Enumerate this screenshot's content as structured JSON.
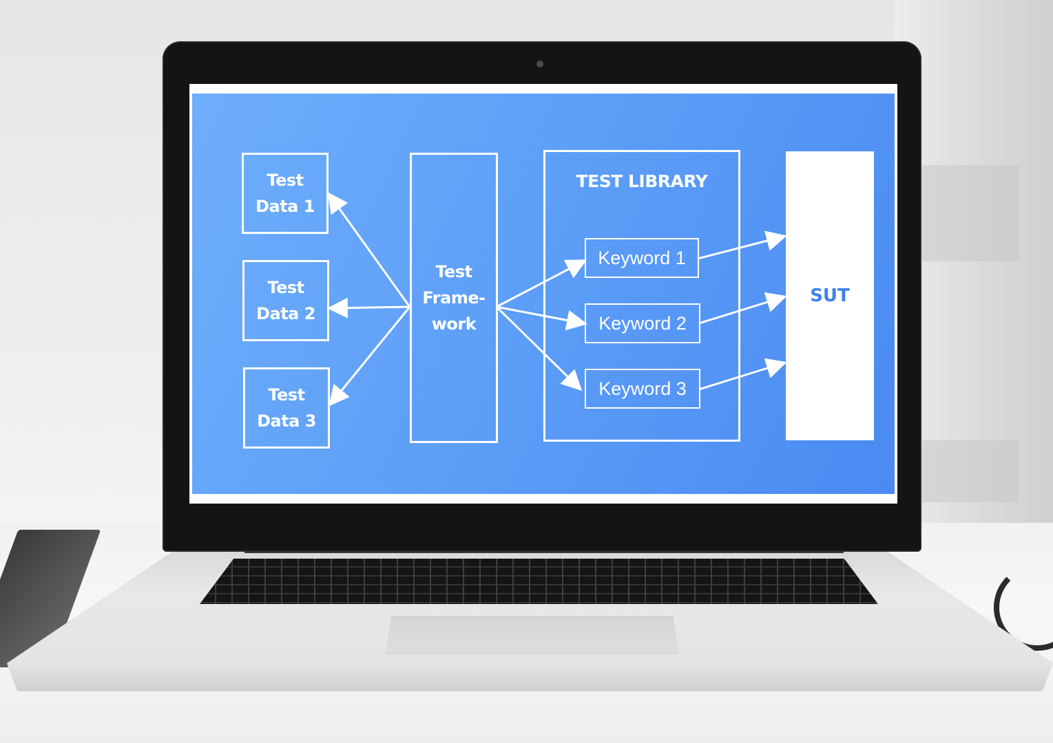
{
  "diagram": {
    "test_data": [
      {
        "label": "Test\nData 1"
      },
      {
        "label": "Test\nData 2"
      },
      {
        "label": "Test\nData 3"
      }
    ],
    "framework": {
      "label": "Test\nFrame-\nwork"
    },
    "library": {
      "title": "TEST LIBRARY",
      "keywords": [
        "Keyword 1",
        "Keyword 2",
        "Keyword 3"
      ]
    },
    "sut": {
      "label": "SUT"
    }
  },
  "colors": {
    "slide_start": "#6eaefb",
    "slide_end": "#4a8af2",
    "sut_text": "#3b82ee",
    "lines": "#ffffff"
  }
}
